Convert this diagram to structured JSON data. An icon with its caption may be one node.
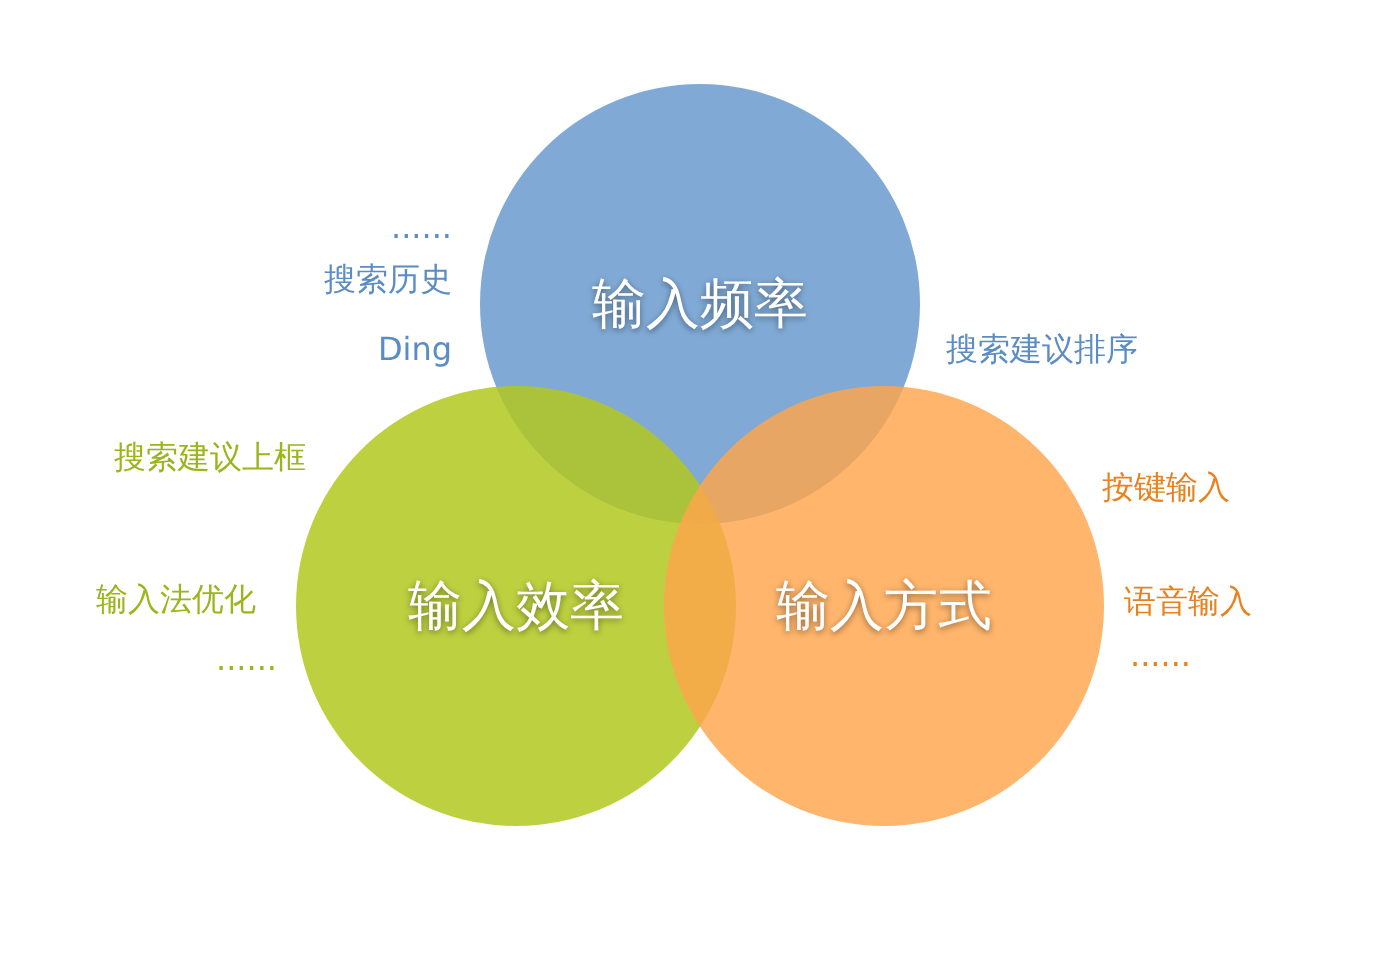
{
  "diagram": {
    "nodes": [
      {
        "text": [
          "输入频率"
        ],
        "beside": [
          "......",
          "搜索历史",
          "Ding",
          "搜索建议排序"
        ]
      },
      {
        "text": [
          "输入效率"
        ],
        "beside": [
          "搜索建议上框",
          "输入法优化",
          "......"
        ]
      },
      {
        "text": [
          "输入方式"
        ],
        "beside": [
          "按键输入",
          "语音输入",
          "......"
        ]
      }
    ]
  }
}
